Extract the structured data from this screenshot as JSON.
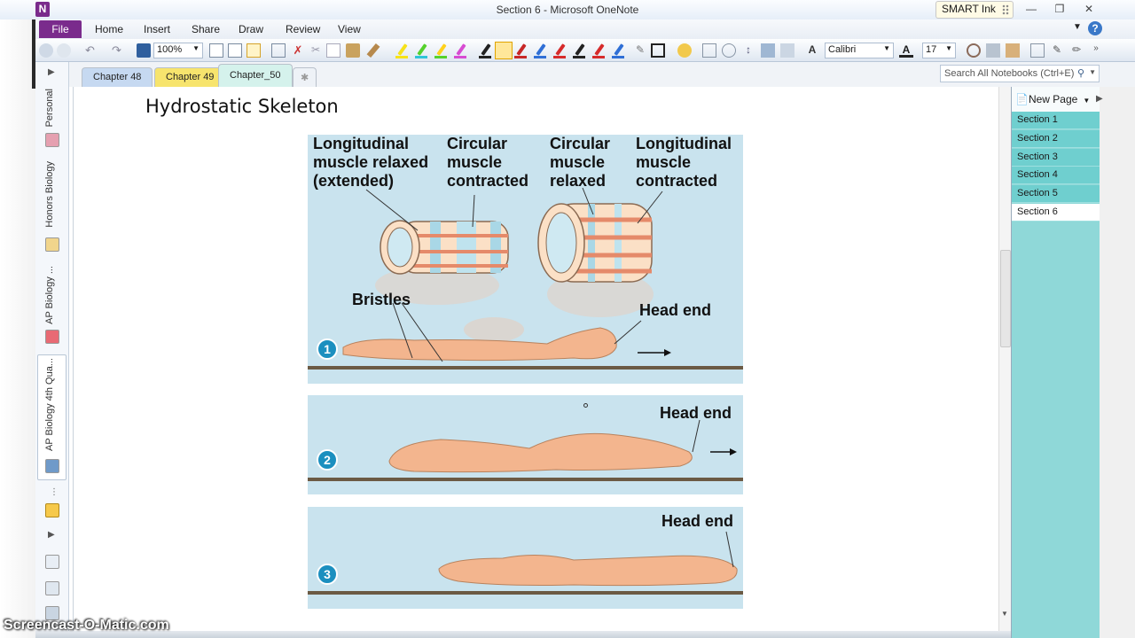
{
  "window": {
    "title": "Section 6 - Microsoft OneNote",
    "app_icon_letter": "N",
    "smart_ink": "SMART Ink"
  },
  "ribbon": {
    "file": "File",
    "tabs": [
      "Home",
      "Insert",
      "Share",
      "Draw",
      "Review",
      "View"
    ]
  },
  "toolbar": {
    "zoom": "100%",
    "font": "Calibri",
    "font_size": "17",
    "highlighter_colors": [
      "#f6e21a",
      "#55d12c",
      "#ffd11c",
      "#d74cd2"
    ],
    "pen_colors": [
      "#222222",
      "#e8a400",
      "#c72727",
      "#2f6fd6",
      "#d62b2b",
      "#222222",
      "#d62b2b",
      "#2f6fd6"
    ]
  },
  "notebooks": [
    {
      "label": "Personal",
      "color": "#e5a0b0"
    },
    {
      "label": "Honors Biology",
      "color": "#f1d58c"
    },
    {
      "label": "AP Biology ...",
      "color": "#e86a74"
    },
    {
      "label": "AP Biology 4th Qua...",
      "color": "#6f9ac9"
    }
  ],
  "section_tabs": [
    {
      "label": "Chapter 48",
      "color": "#c6d9f1"
    },
    {
      "label": "Chapter 49",
      "color": "#f7e46d"
    },
    {
      "label": "Chapter_50",
      "color": "#d5f2ec"
    }
  ],
  "search": {
    "placeholder": "Search All Notebooks (Ctrl+E)"
  },
  "page": {
    "title": "Hydrostatic Skeleton"
  },
  "figure": {
    "label_long_relaxed": [
      "Longitudinal",
      "muscle relaxed",
      "(extended)"
    ],
    "label_circ_contracted": [
      "Circular",
      "muscle",
      "contracted"
    ],
    "label_circ_relaxed": [
      "Circular",
      "muscle",
      "relaxed"
    ],
    "label_long_contracted": [
      "Longitudinal",
      "muscle",
      "contracted"
    ],
    "bristles": "Bristles",
    "head_end": "Head end",
    "steps": [
      "1",
      "2",
      "3"
    ]
  },
  "page_list": {
    "new_page": "New Page",
    "pages": [
      "Section 1",
      "Section 2",
      "Section 3",
      "Section 4",
      "Section 5",
      "Section 6"
    ],
    "active": "Section 6"
  },
  "watermark": "Screencast-O-Matic.com"
}
